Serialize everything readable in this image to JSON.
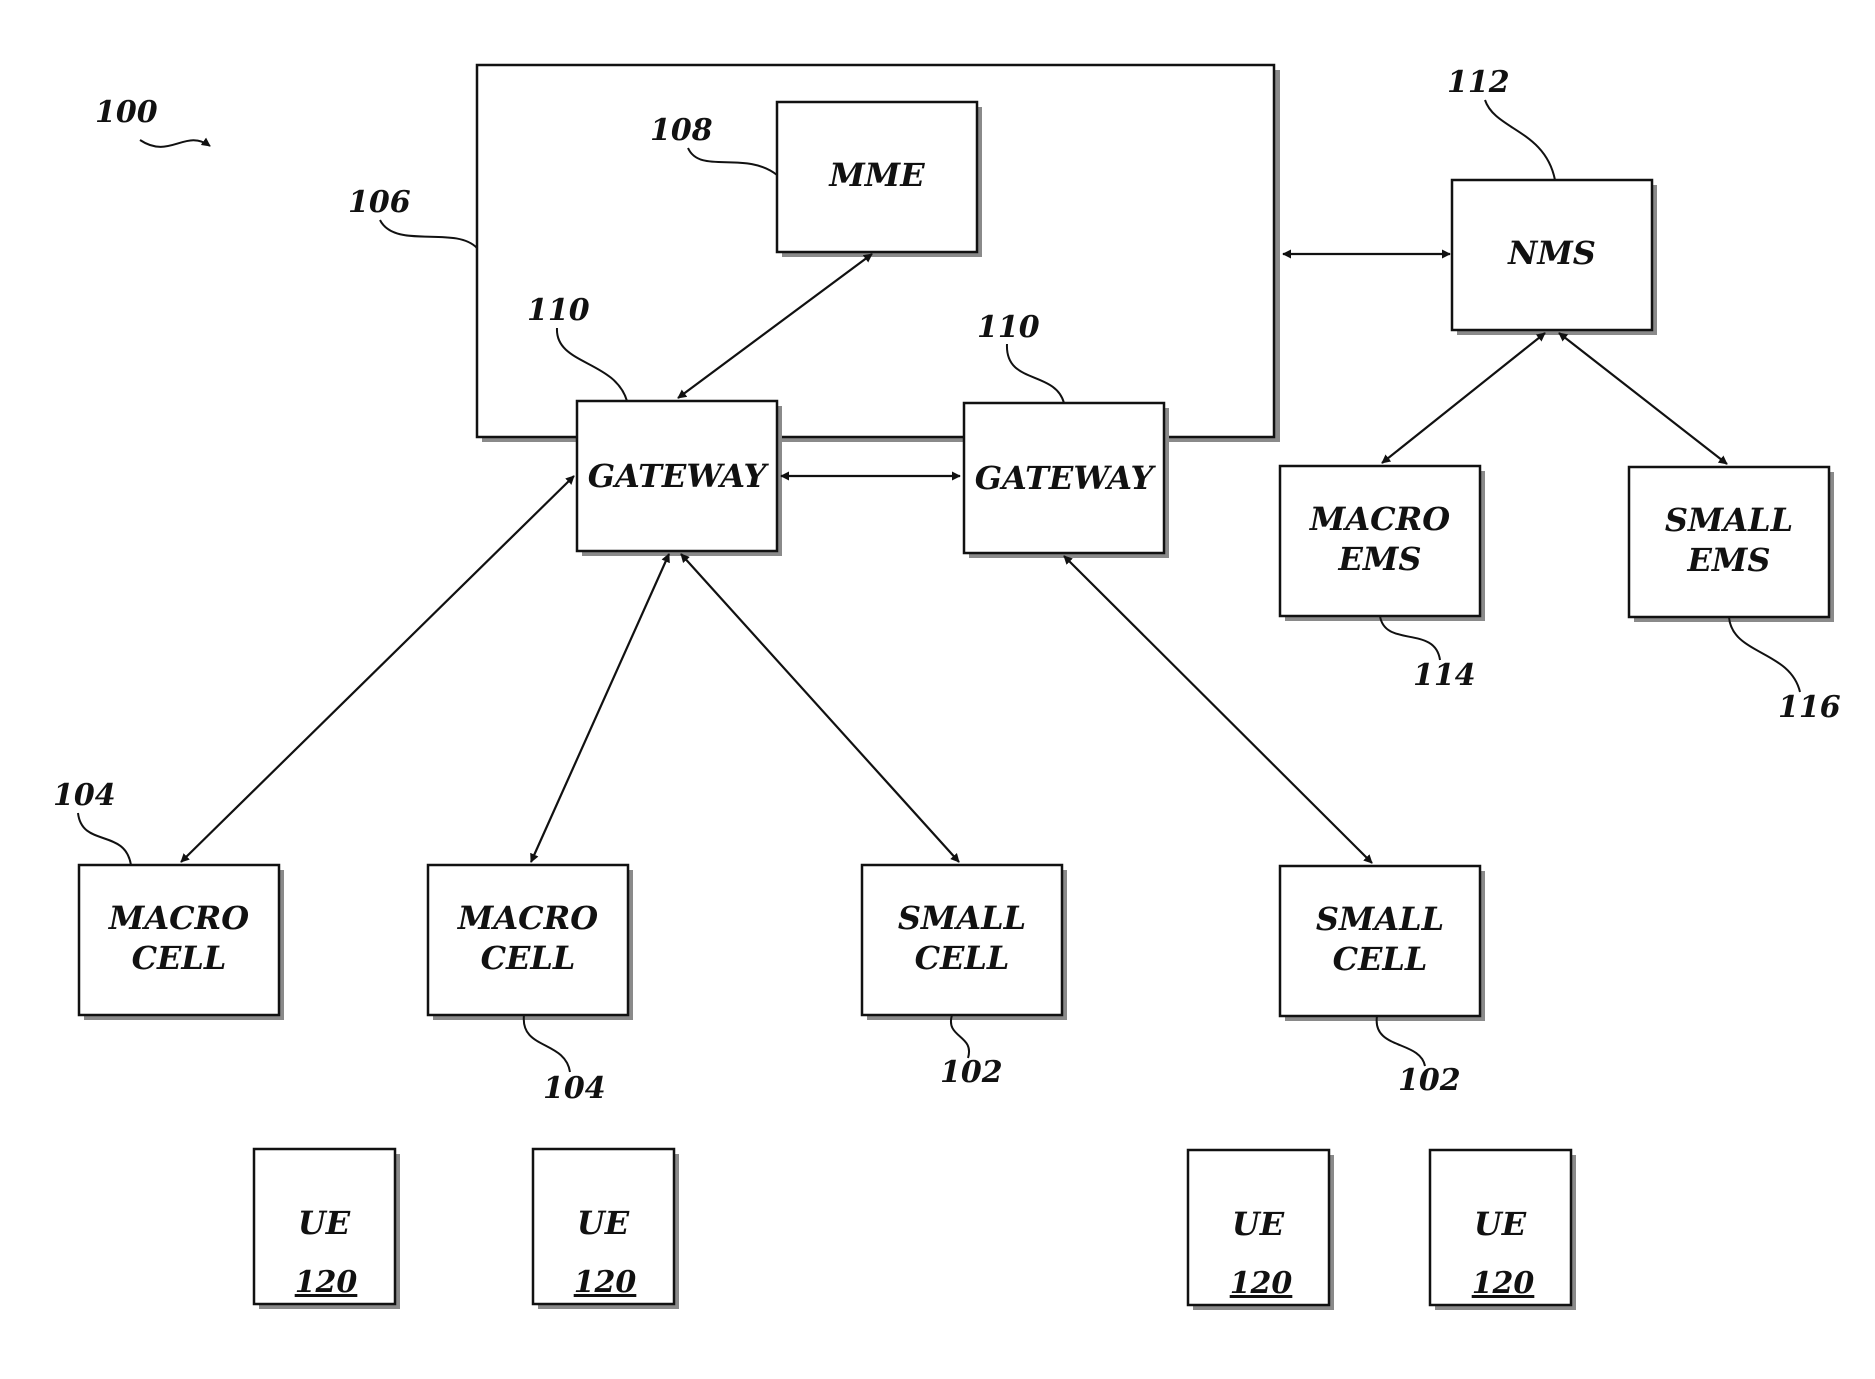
{
  "figure_ref": "100",
  "core_network": {
    "ref": "106"
  },
  "mme": {
    "label": "MME",
    "ref": "108"
  },
  "nms": {
    "label": "NMS",
    "ref": "112"
  },
  "gateway_left": {
    "label": "GATEWAY",
    "ref": "110"
  },
  "gateway_right": {
    "label": "GATEWAY",
    "ref": "110"
  },
  "macro_ems": {
    "line1": "MACRO",
    "line2": "EMS",
    "ref": "114"
  },
  "small_ems": {
    "line1": "SMALL",
    "line2": "EMS",
    "ref": "116"
  },
  "macro_cell_1": {
    "line1": "MACRO",
    "line2": "CELL",
    "ref": "104"
  },
  "macro_cell_2": {
    "line1": "MACRO",
    "line2": "CELL",
    "ref": "104"
  },
  "small_cell_1": {
    "line1": "SMALL",
    "line2": "CELL",
    "ref": "102"
  },
  "small_cell_2": {
    "line1": "SMALL",
    "line2": "CELL",
    "ref": "102"
  },
  "ues": [
    {
      "label": "UE",
      "ref": "120"
    },
    {
      "label": "UE",
      "ref": "120"
    },
    {
      "label": "UE",
      "ref": "120"
    },
    {
      "label": "UE",
      "ref": "120"
    }
  ]
}
